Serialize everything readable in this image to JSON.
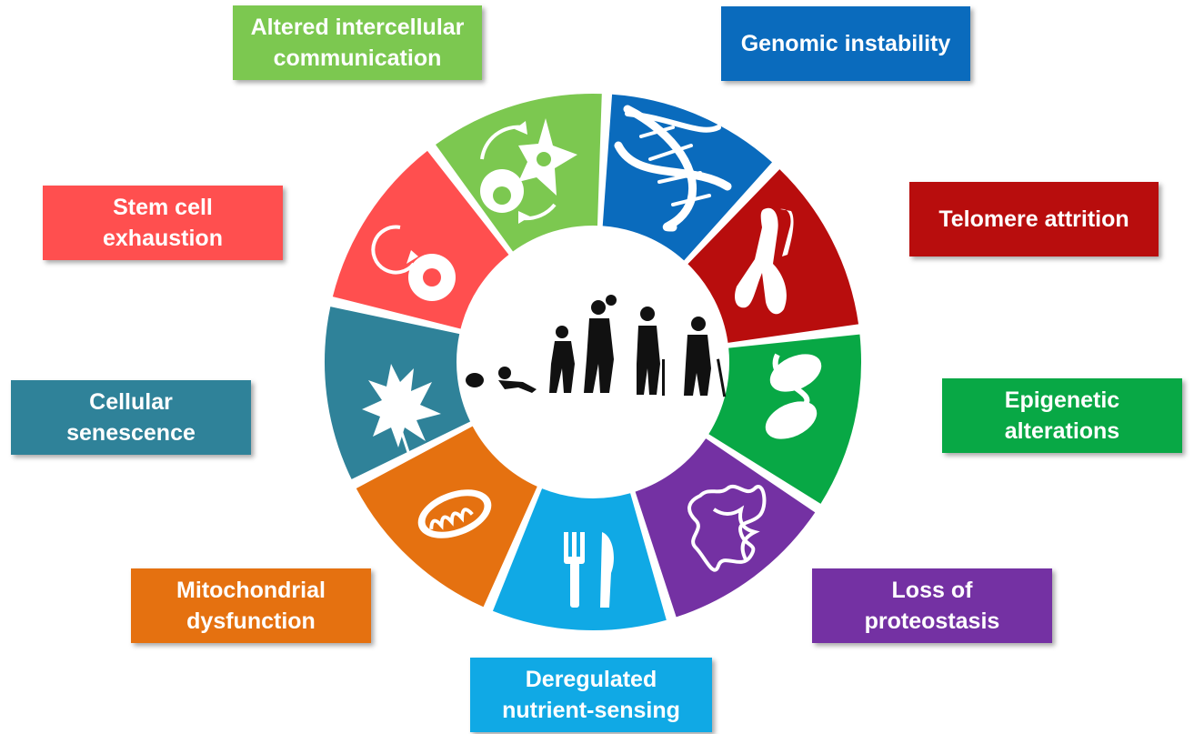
{
  "hallmarks": [
    {
      "key": "genomic",
      "label": "Genomic instability",
      "color": "#0a6bbd",
      "icon": "dna-icon"
    },
    {
      "key": "telomere",
      "label": "Telomere attrition",
      "color": "#b80d0d",
      "icon": "chromosome-icon"
    },
    {
      "key": "epigenetic",
      "label": "Epigenetic\nalterations",
      "color": "#08a845",
      "icon": "nucleosome-icon"
    },
    {
      "key": "proteostasis",
      "label": "Loss of\nproteostasis",
      "color": "#7431a3",
      "icon": "protein-icon"
    },
    {
      "key": "nutrient",
      "label": "Deregulated\nnutrient-sensing",
      "color": "#10a9e5",
      "icon": "fork-knife-icon"
    },
    {
      "key": "mito",
      "label": "Mitochondrial\ndysfunction",
      "color": "#e57110",
      "icon": "mitochondrion-icon"
    },
    {
      "key": "senescence",
      "label": "Cellular\nsenescence",
      "color": "#2f8299",
      "icon": "maple-leaf-icon"
    },
    {
      "key": "stemcell",
      "label": "Stem cell\nexhaustion",
      "color": "#ff4f4f",
      "icon": "stem-cell-icon"
    },
    {
      "key": "intercellular",
      "label": "Altered intercellular\ncommunication",
      "color": "#7cc850",
      "icon": "cell-communication-icon"
    }
  ],
  "center_icon": "human-lifespan-icon"
}
